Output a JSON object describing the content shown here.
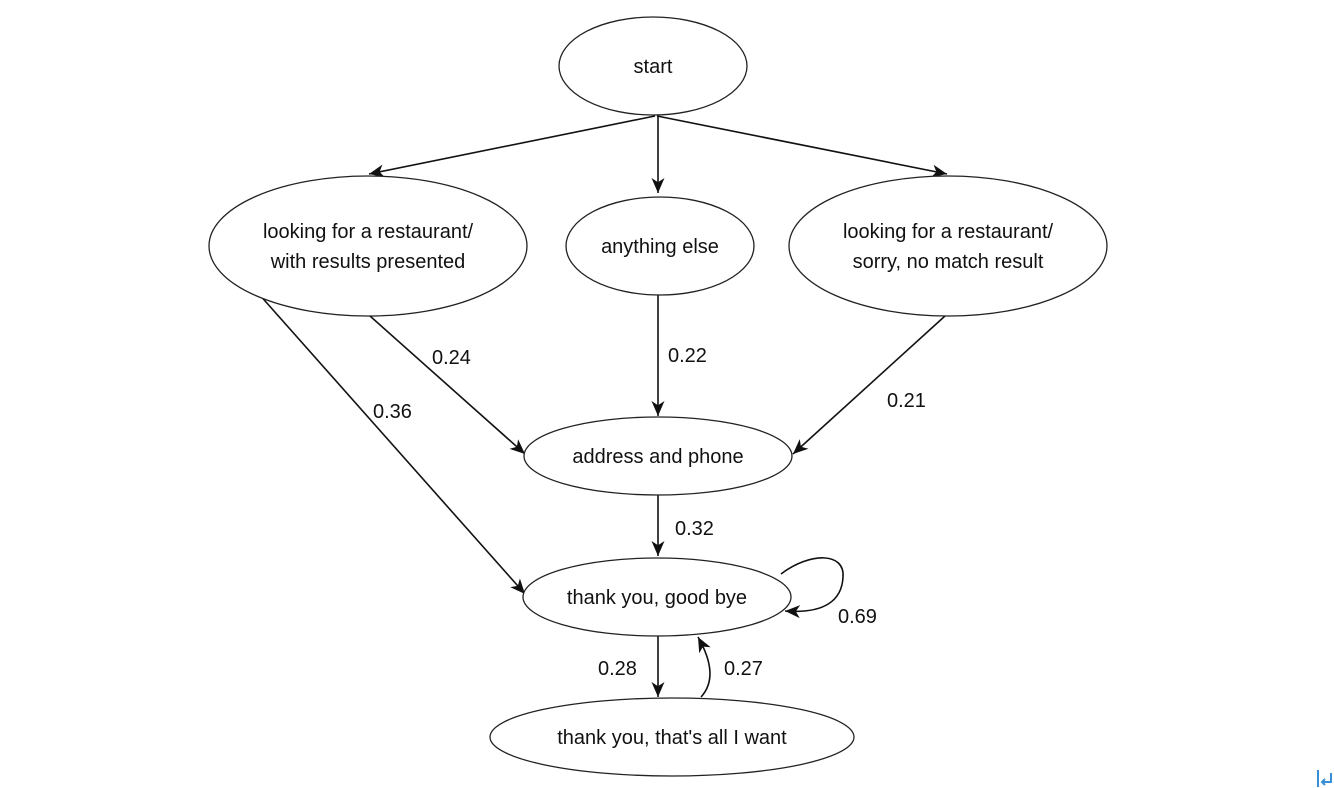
{
  "diagram": {
    "nodes": [
      {
        "id": "start",
        "lines": [
          "start"
        ]
      },
      {
        "id": "restaurant-results",
        "lines": [
          "looking for a restaurant/",
          "with results presented"
        ]
      },
      {
        "id": "anything-else",
        "lines": [
          "anything else"
        ]
      },
      {
        "id": "restaurant-no-match",
        "lines": [
          "looking for a restaurant/",
          "sorry, no match result"
        ]
      },
      {
        "id": "address-phone",
        "lines": [
          "address and phone"
        ]
      },
      {
        "id": "thank-you-bye",
        "lines": [
          "thank you, good bye"
        ]
      },
      {
        "id": "thank-you-all",
        "lines": [
          "thank you, that's all I want"
        ]
      }
    ],
    "edges": [
      {
        "id": "start-to-results",
        "from": "start",
        "to": "restaurant-results",
        "label": ""
      },
      {
        "id": "start-to-anything",
        "from": "start",
        "to": "anything-else",
        "label": ""
      },
      {
        "id": "start-to-nomatch",
        "from": "start",
        "to": "restaurant-no-match",
        "label": ""
      },
      {
        "id": "results-to-address",
        "from": "restaurant-results",
        "to": "address-phone",
        "label": "0.24"
      },
      {
        "id": "results-to-bye",
        "from": "restaurant-results",
        "to": "thank-you-bye",
        "label": "0.36"
      },
      {
        "id": "anything-to-address",
        "from": "anything-else",
        "to": "address-phone",
        "label": "0.22"
      },
      {
        "id": "nomatch-to-address",
        "from": "restaurant-no-match",
        "to": "address-phone",
        "label": "0.21"
      },
      {
        "id": "address-to-bye",
        "from": "address-phone",
        "to": "thank-you-bye",
        "label": "0.32"
      },
      {
        "id": "bye-self-loop",
        "from": "thank-you-bye",
        "to": "thank-you-bye",
        "label": "0.69"
      },
      {
        "id": "bye-to-all",
        "from": "thank-you-bye",
        "to": "thank-you-all",
        "label": "0.28"
      },
      {
        "id": "all-to-bye",
        "from": "thank-you-all",
        "to": "thank-you-bye",
        "label": "0.27"
      }
    ]
  },
  "colors": {
    "stroke": "#222222",
    "corner_mark": "#3a8fd6"
  },
  "icons": {
    "corner": "return-arrow-icon"
  }
}
